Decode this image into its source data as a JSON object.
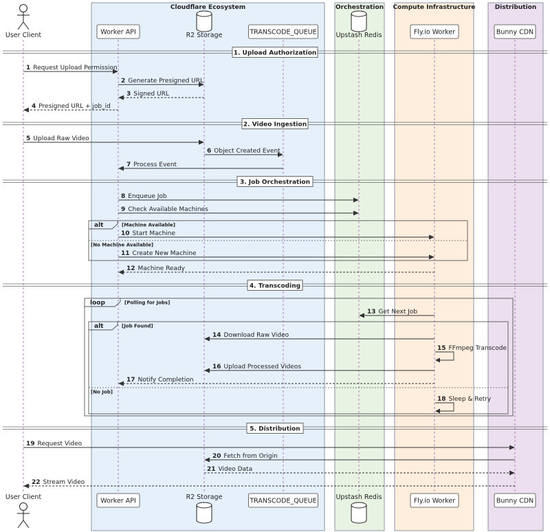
{
  "groups": [
    {
      "id": "cf",
      "title": "Cloudflare Ecosystem",
      "fill": "#e6f0fb",
      "stroke": "#8a96a6"
    },
    {
      "id": "orch",
      "title": "Orchestration",
      "fill": "#e9f3e4",
      "stroke": "#8a96a6"
    },
    {
      "id": "compute",
      "title": "Compute Infrastructure",
      "fill": "#fdeedd",
      "stroke": "#8a96a6"
    },
    {
      "id": "dist",
      "title": "Distribution",
      "fill": "#ece0f0",
      "stroke": "#8a96a6"
    }
  ],
  "participants": [
    {
      "id": "user",
      "label": "User Client",
      "kind": "actor"
    },
    {
      "id": "worker",
      "label": "Worker API",
      "kind": "box"
    },
    {
      "id": "r2",
      "label": "R2 Storage",
      "kind": "database"
    },
    {
      "id": "queue",
      "label": "TRANSCODE_QUEUE",
      "kind": "box"
    },
    {
      "id": "redis",
      "label": "Upstash Redis",
      "kind": "database"
    },
    {
      "id": "fly",
      "label": "Fly.io Worker",
      "kind": "box"
    },
    {
      "id": "cdn",
      "label": "Bunny CDN",
      "kind": "box"
    }
  ],
  "dividers": [
    {
      "label": "1. Upload Authorization"
    },
    {
      "label": "2. Video Ingestion"
    },
    {
      "label": "3. Job Orchestration"
    },
    {
      "label": "4. Transcoding"
    },
    {
      "label": "5. Distribution"
    }
  ],
  "messages": [
    {
      "n": "1",
      "text": "Request Upload Permission",
      "from": "user",
      "to": "worker",
      "style": "solid"
    },
    {
      "n": "2",
      "text": "Generate Presigned URL",
      "from": "worker",
      "to": "r2",
      "style": "solid"
    },
    {
      "n": "3",
      "text": "Signed URL",
      "from": "r2",
      "to": "worker",
      "style": "dashed"
    },
    {
      "n": "4",
      "text": "Presigned URL + job_id",
      "from": "worker",
      "to": "user",
      "style": "dashed"
    },
    {
      "n": "5",
      "text": "Upload Raw Video",
      "from": "user",
      "to": "r2",
      "style": "solid"
    },
    {
      "n": "6",
      "text": "Object Created Event",
      "from": "r2",
      "to": "queue",
      "style": "solid"
    },
    {
      "n": "7",
      "text": "Process Event",
      "from": "queue",
      "to": "worker",
      "style": "solid"
    },
    {
      "n": "8",
      "text": "Enqueue Job",
      "from": "worker",
      "to": "redis",
      "style": "solid"
    },
    {
      "n": "9",
      "text": "Check Available Machines",
      "from": "worker",
      "to": "redis",
      "style": "solid"
    },
    {
      "n": "10",
      "text": "Start Machine",
      "from": "worker",
      "to": "fly",
      "style": "solid"
    },
    {
      "n": "11",
      "text": "Create New Machine",
      "from": "worker",
      "to": "fly",
      "style": "solid"
    },
    {
      "n": "12",
      "text": "Machine Ready",
      "from": "fly",
      "to": "worker",
      "style": "dashed"
    },
    {
      "n": "13",
      "text": "Get Next Job",
      "from": "fly",
      "to": "redis",
      "style": "solid"
    },
    {
      "n": "14",
      "text": "Download Raw Video",
      "from": "fly",
      "to": "r2",
      "style": "solid"
    },
    {
      "n": "15",
      "text": "FFmpeg Transcode",
      "from": "fly",
      "to": "fly",
      "style": "solid"
    },
    {
      "n": "16",
      "text": "Upload Processed Videos",
      "from": "fly",
      "to": "r2",
      "style": "solid"
    },
    {
      "n": "17",
      "text": "Notify Completion",
      "from": "fly",
      "to": "worker",
      "style": "dashed"
    },
    {
      "n": "18",
      "text": "Sleep & Retry",
      "from": "fly",
      "to": "fly",
      "style": "solid"
    },
    {
      "n": "19",
      "text": "Request Video",
      "from": "user",
      "to": "cdn",
      "style": "solid"
    },
    {
      "n": "20",
      "text": "Fetch from Origin",
      "from": "cdn",
      "to": "r2",
      "style": "solid"
    },
    {
      "n": "21",
      "text": "Video Data",
      "from": "r2",
      "to": "cdn",
      "style": "dashed"
    },
    {
      "n": "22",
      "text": "Stream Video",
      "from": "cdn",
      "to": "user",
      "style": "dashed"
    }
  ],
  "fragments": [
    {
      "keyword": "alt",
      "sections": [
        "[Machine Available]",
        "[No Machine Available]"
      ]
    },
    {
      "keyword": "loop",
      "sections": [
        "[Polling for Jobs]"
      ]
    },
    {
      "keyword": "alt",
      "sections": [
        "[Job Found]",
        "[No Job]"
      ]
    }
  ]
}
